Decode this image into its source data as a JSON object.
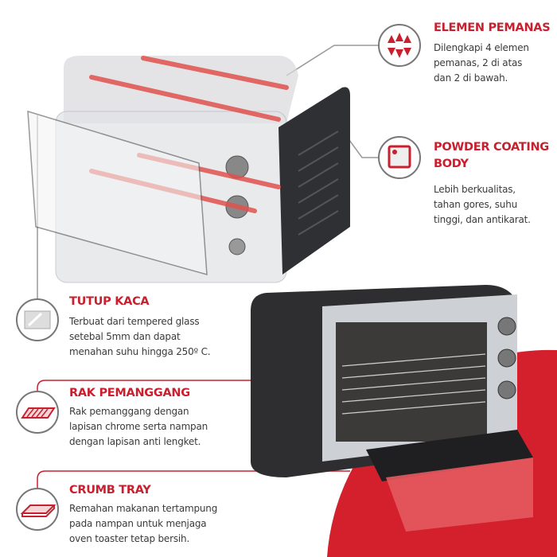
{
  "features": [
    {
      "title": "ELEMEN PEMANAS",
      "lines": [
        "Dilengkapi 4 elemen",
        "pemanas, 2 di atas",
        "dan 2 di bawah."
      ],
      "icon": "heating-element-icon"
    },
    {
      "title_lines": [
        "POWDER COATING",
        "BODY"
      ],
      "lines": [
        "Lebih berkualitas,",
        "tahan gores, suhu",
        "tinggi, dan antikarat."
      ],
      "icon": "powder-coating-icon"
    },
    {
      "title": "TUTUP KACA",
      "lines": [
        "Terbuat dari tempered glass",
        "setebal 5mm dan dapat",
        "menahan suhu hingga 250º C."
      ],
      "icon": "glass-door-icon"
    },
    {
      "title": "RAK PEMANGGANG",
      "lines": [
        "Rak pemanggang dengan",
        "lapisan chrome serta nampan",
        "dengan lapisan anti lengket."
      ],
      "icon": "grill-rack-icon"
    },
    {
      "title": "CRUMB TRAY",
      "lines": [
        "Remahan makanan tertampung",
        "pada nampan untuk menjaga",
        "oven toaster tetap bersih."
      ],
      "icon": "crumb-tray-icon"
    }
  ],
  "colors": {
    "accent": "#c8202f",
    "line": "#888888",
    "oven_dark": "#2e2e30",
    "oven_silver": "#c9cbcf"
  }
}
